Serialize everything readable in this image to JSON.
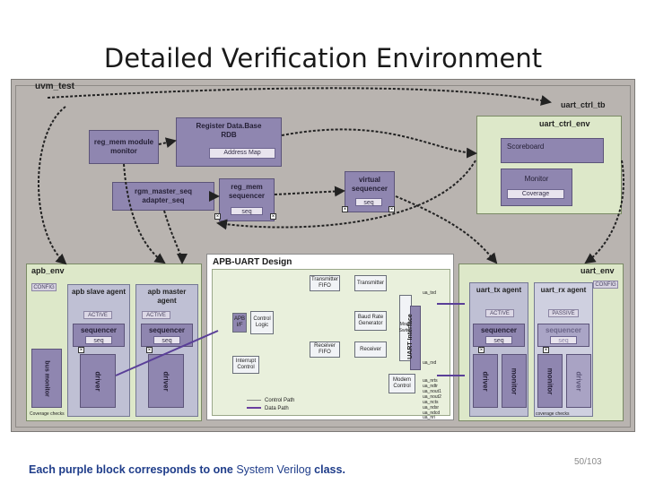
{
  "slide": {
    "title": "Detailed Verification Environment",
    "caption_bold_1": "Each purple block corresponds to one",
    "caption_normal": "System Verilog",
    "caption_bold_2": "class.",
    "page_number": "50/103"
  },
  "diagram": {
    "uvm_test": "uvm_test",
    "rdb": {
      "label_1": "Register Data.Base",
      "label_2": "RDB",
      "address_map": "Address Map"
    },
    "reg_mem_monitor": "reg_mem module monitor",
    "rgm_master": "rgm_master_seq adapter_seq",
    "reg_mem_sequencer": "reg_mem sequencer",
    "reg_mem_seq": "seq",
    "virtual_sequencer": "virtual sequencer",
    "virtual_seq": "seq",
    "uart_ctrl_tb": "uart_ctrl_tb",
    "uart_ctrl_env": "uart_ctrl_env",
    "scoreboard": "Scoreboard",
    "monitor": "Monitor",
    "coverage": "Coverage",
    "apb_env": {
      "title": "apb_env",
      "config": "CONFIG",
      "slave_agent": "apb slave agent",
      "master_agent": "apb master agent",
      "active_1": "ACTIVE",
      "active_2": "ACTIVE",
      "sequencer_1": "sequencer",
      "sequencer_2": "sequencer",
      "seq_1": "seq",
      "seq_2": "seq",
      "bus_monitor": "bus monitor",
      "bus_monitor_sub": "Coverage checks",
      "driver_1": "driver",
      "driver_2": "driver"
    },
    "uart_env": {
      "title": "uart_env",
      "config": "CONFIG",
      "tx_agent": "uart_tx agent",
      "rx_agent": "uart_rx agent",
      "active": "ACTIVE",
      "passive": "PASSIVE",
      "sequencer_1": "sequencer",
      "sequencer_2": "sequencer",
      "seq_1": "seq",
      "seq_2": "seq",
      "driver_1": "driver",
      "monitor_1": "monitor",
      "monitor_2": "monitor",
      "driver_2": "driver",
      "mon_sub": "coverage checks"
    },
    "design": {
      "title": "APB-UART Design",
      "apb_if": "APB I/F",
      "control_logic": "Control Logic",
      "tx_fifo": "Transmitter FIFO",
      "transmitter": "Transmitter",
      "baud": "Baud Rate Generator",
      "rx_fifo": "Receiver FIFO",
      "receiver": "Receiver",
      "mode_switch": "Mode Switch",
      "interrupt": "Interrupt Control",
      "modem": "Modem Control",
      "uart_interface": "UART Interface",
      "signals": [
        "ua_txd",
        "ua_rxd",
        "ua_nrts",
        "ua_ndtr",
        "ua_nout1",
        "ua_nout2",
        "ua_ncts",
        "ua_ndsr",
        "ua_ndcd",
        "ua_nri"
      ],
      "legend_control": "Control Path",
      "legend_data": "Data Path"
    }
  }
}
